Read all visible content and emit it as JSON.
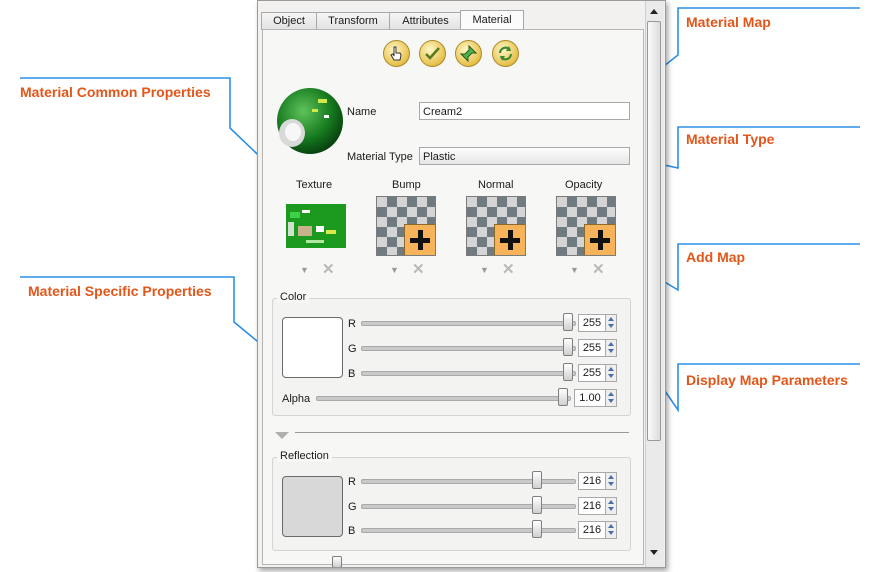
{
  "tabs": [
    {
      "label": "Object",
      "active": false
    },
    {
      "label": "Transform",
      "active": false
    },
    {
      "label": "Attributes",
      "active": false
    },
    {
      "label": "Material",
      "active": true
    }
  ],
  "toolbar": {
    "icons": [
      "hand-pointer-icon",
      "checkmark-icon",
      "pin-icon",
      "refresh-icon"
    ]
  },
  "material": {
    "name_label": "Name",
    "name_value": "Cream2",
    "type_label": "Material Type",
    "type_value": "Plastic"
  },
  "maps": [
    {
      "label": "Texture",
      "has_texture": true
    },
    {
      "label": "Bump",
      "has_texture": false
    },
    {
      "label": "Normal",
      "has_texture": false
    },
    {
      "label": "Opacity",
      "has_texture": false
    }
  ],
  "color_group": {
    "title": "Color",
    "swatch_color": "#ffffff",
    "channels": [
      {
        "label": "R",
        "value": "255",
        "level": 1.0
      },
      {
        "label": "G",
        "value": "255",
        "level": 1.0
      },
      {
        "label": "B",
        "value": "255",
        "level": 1.0
      }
    ],
    "alpha_label": "Alpha",
    "alpha_value": "1.00",
    "alpha_level": 1.0
  },
  "reflection_group": {
    "title": "Reflection",
    "swatch_color": "#d8d8d8",
    "channels": [
      {
        "label": "R",
        "value": "216",
        "level": 0.847
      },
      {
        "label": "G",
        "value": "216",
        "level": 0.847
      },
      {
        "label": "B",
        "value": "216",
        "level": 0.847
      }
    ]
  },
  "callouts": {
    "material_map": "Material Map",
    "material_type": "Material Type",
    "add_map": "Add Map",
    "display_map_parameters": "Display Map Parameters",
    "material_common": "Material Common Properties",
    "material_specific": "Material Specific Properties"
  },
  "colors": {
    "callout_text": "#e2561a",
    "callout_line": "#2b8fe6",
    "callout_dot": "#1c55d8",
    "map_add_orange": "#f6b35a"
  }
}
